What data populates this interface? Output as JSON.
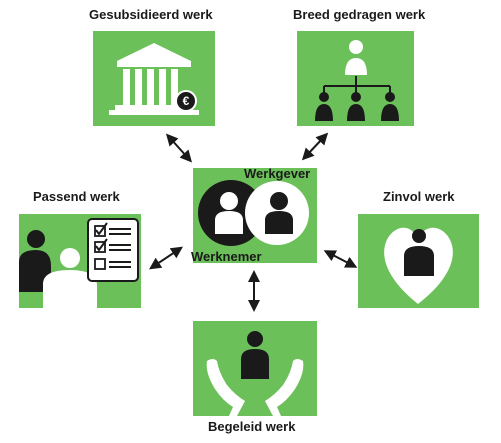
{
  "colors": {
    "tile_green": "#6cc05a",
    "ink": "#1a1a1a",
    "white": "#ffffff"
  },
  "center": {
    "label_top": "Werkgever",
    "label_bottom": "Werknemer",
    "icons": [
      "person-icon-white",
      "person-icon-black"
    ]
  },
  "nodes": [
    {
      "id": "gesubsidieerd",
      "label": "Gesubsidieerd werk",
      "icon": "bank-building-icon",
      "badge": "€"
    },
    {
      "id": "breed",
      "label": "Breed gedragen werk",
      "icon": "org-chart-icon"
    },
    {
      "id": "passend",
      "label": "Passend werk",
      "icon": "checklist-people-icon"
    },
    {
      "id": "zinvol",
      "label": "Zinvol werk",
      "icon": "heart-person-icon"
    },
    {
      "id": "begeleid",
      "label": "Begeleid werk",
      "icon": "supporting-hands-icon"
    }
  ],
  "connectors": [
    "double-arrow-icon"
  ]
}
